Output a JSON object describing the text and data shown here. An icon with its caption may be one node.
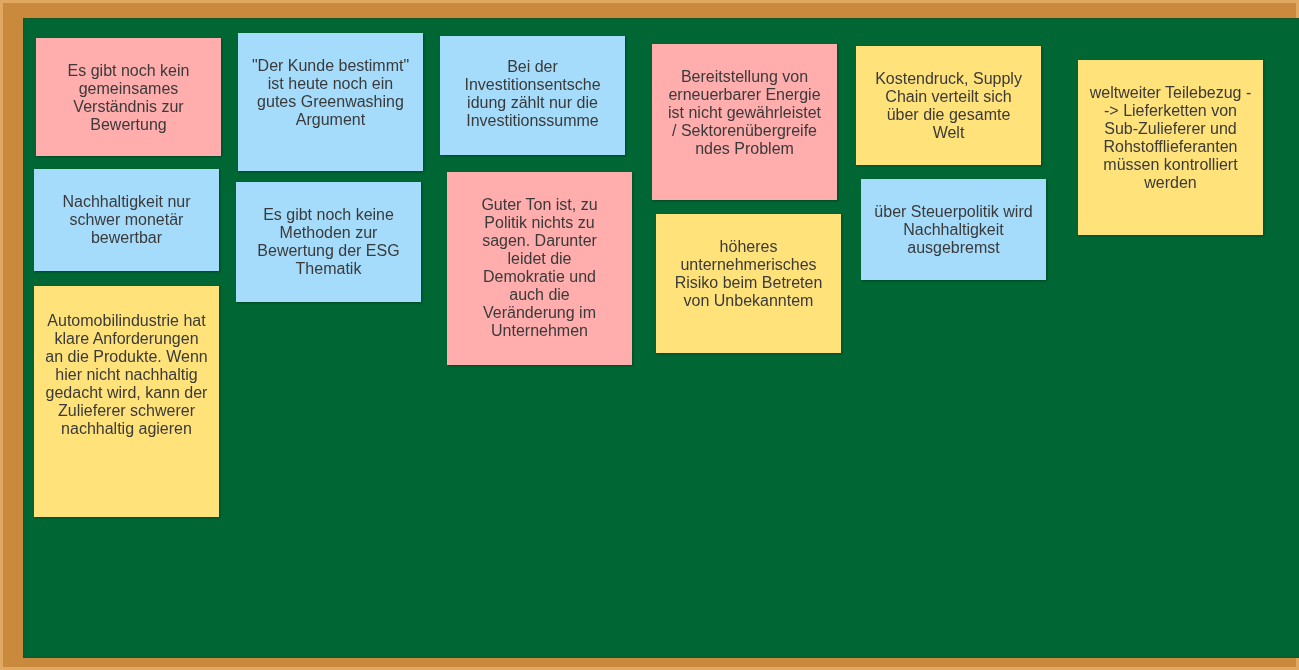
{
  "diagram": {
    "nodes": [
      {
        "text": [
          "Es gibt noch kein gemeinsames Verständnis zur Bewertung"
        ]
      },
      {
        "text": [
          "Nachhaltigkeit nur schwer monetär bewertbar"
        ]
      },
      {
        "text": [
          "Automobilindustrie hat klare Anforderungen an die Produkte. Wenn hier nicht nachhaltig gedacht wird, kann der Zulieferer schwerer nachhaltig agieren"
        ]
      },
      {
        "text": [
          "\"Der Kunde bestimmt\" ist heute noch ein gutes Greenwashing Argument"
        ]
      },
      {
        "text": [
          "Es gibt noch keine Methoden zur Bewertung der ESG Thematik"
        ]
      },
      {
        "text": [
          "Bei der Investitionsentsche idung zählt nur die Investitionssumme"
        ]
      },
      {
        "text": [
          "Guter Ton ist, zu Politik nichts zu sagen. Darunter leidet die Demokratie und auch die Veränderung im Unternehmen"
        ]
      },
      {
        "text": [
          "Bereitstellung von erneuerbarer Energie ist nicht gewährleistet / Sektorenübergreife ndes Problem"
        ]
      },
      {
        "text": [
          "höheres unternehmerisches Risiko beim Betreten von Unbekanntem"
        ]
      },
      {
        "text": [
          "Kostendruck, Supply Chain verteilt sich über die gesamte Welt"
        ]
      },
      {
        "text": [
          "über Steuerpolitik wird Nachhaltigkeit ausgebremst"
        ]
      },
      {
        "text": [
          "weltweiter Teilebezug --> Lieferketten von Sub-Zulieferer und Rohstofflieferanten müssen kontrolliert werden"
        ]
      }
    ]
  }
}
